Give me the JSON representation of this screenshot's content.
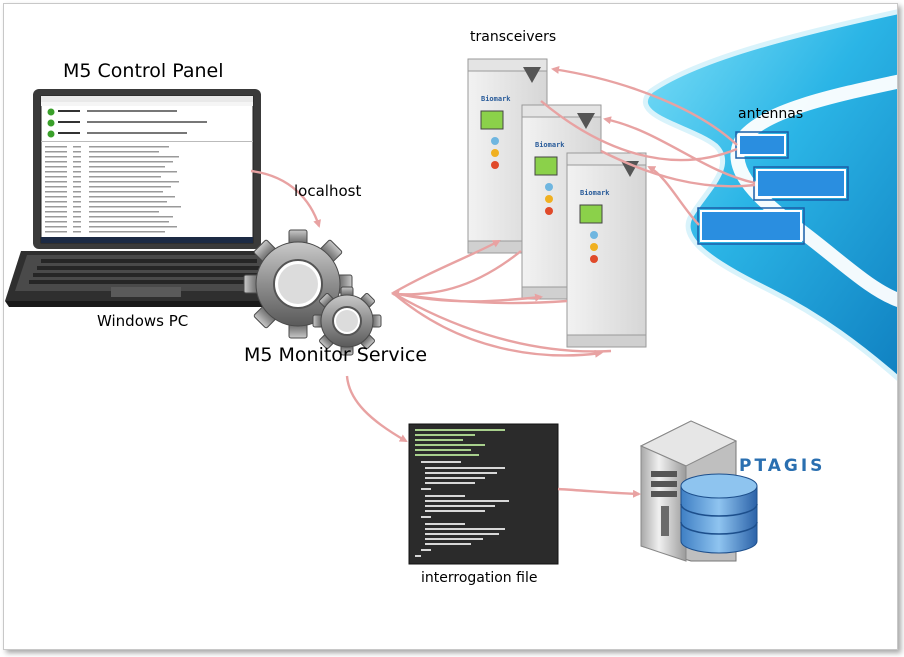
{
  "labels": {
    "control_panel": "M5 Control Panel",
    "windows_pc": "Windows PC",
    "localhost": "localhost",
    "monitor_service": "M5 Monitor Service",
    "transceivers": "transceivers",
    "antennas": "antennas",
    "interrogation_file": "interrogation file",
    "ptagis": "PTAGIS"
  },
  "devices": {
    "brand": "Biomark"
  },
  "colors": {
    "arrow": "#e8a2a2",
    "river_light": "#4cc8ee",
    "river_dark": "#1a8fc8",
    "antenna_fill": "#2a8ee0",
    "code_bg": "#2b2b2b",
    "ptagis_text": "#2a6fb0"
  }
}
